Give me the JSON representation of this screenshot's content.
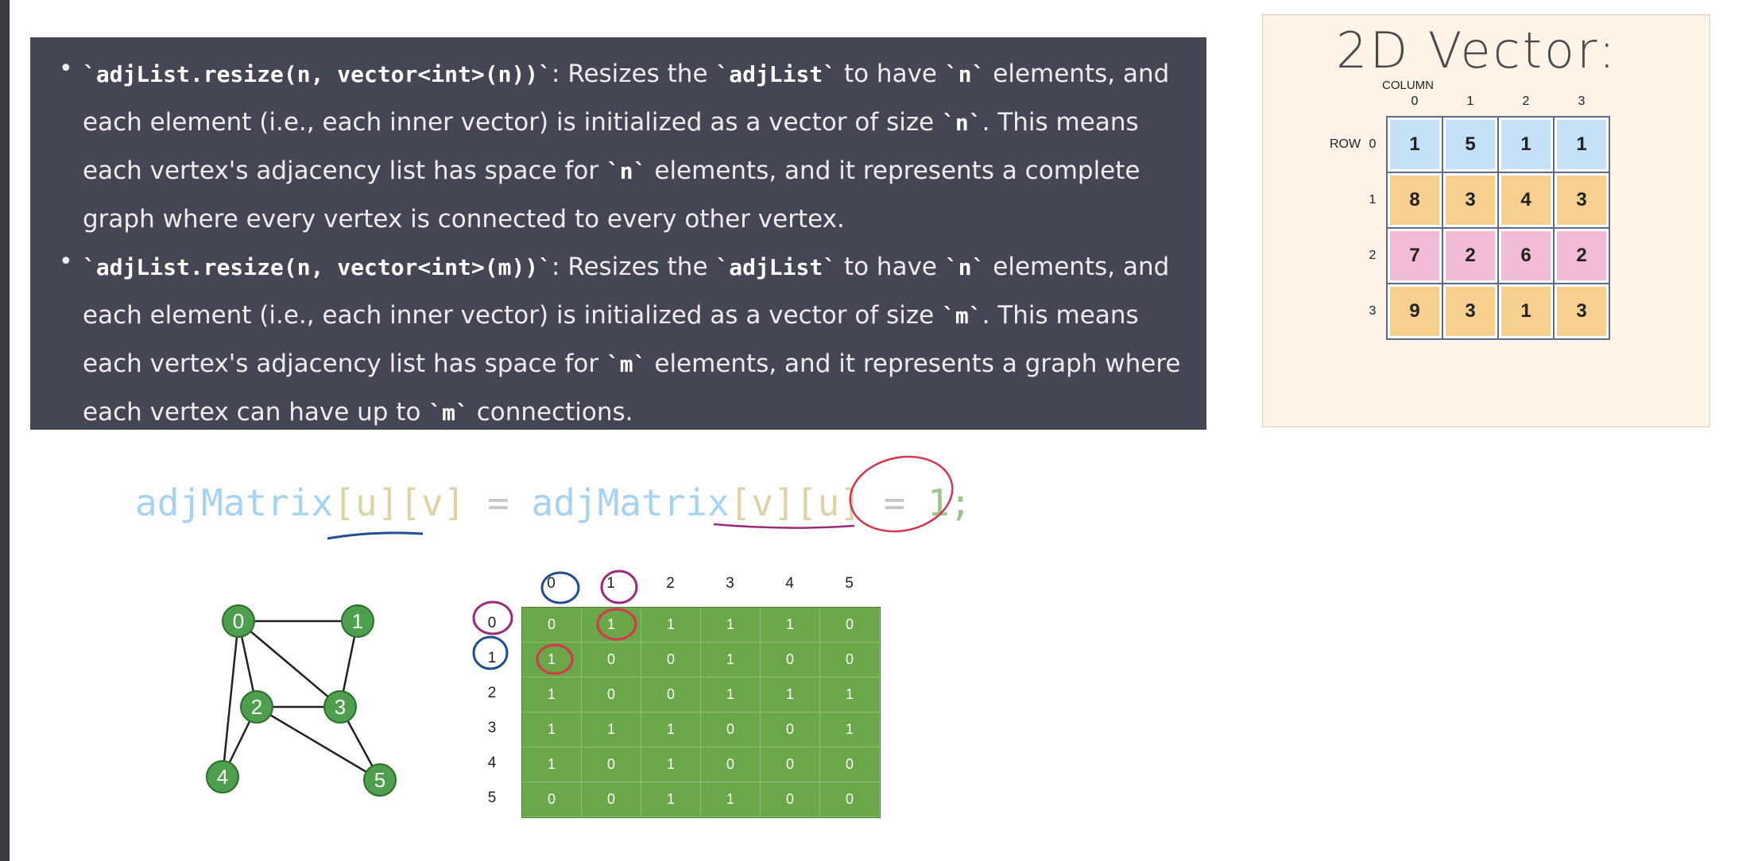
{
  "explanation": {
    "items": [
      {
        "code": "`adjList.resize(n, vector<int>(n))`",
        "t1": ": Resizes the ",
        "code2": "`adjList`",
        "t2": " to have ",
        "code3": "`n`",
        "t3": " elements, and each element (i.e., each inner vector) is initialized as a vector of size ",
        "code4": "`n`",
        "t4": ". This means each vertex's adjacency list has space for ",
        "code5": "`n`",
        "t5": " elements, and it represents a complete graph where every vertex is connected to every other vertex."
      },
      {
        "code": "`adjList.resize(n, vector<int>(m))`",
        "t1": ": Resizes the ",
        "code2": "`adjList`",
        "t2": " to have ",
        "code3": "`n`",
        "t3": " elements, and each element (i.e., each inner vector) is initialized as a vector of size ",
        "code4": "`m`",
        "t4": ". This means each vertex's adjacency list has space for ",
        "code5": "`m`",
        "t5": " elements, and it represents a graph where each vertex can have up to ",
        "code6": "`m`",
        "t6": " connections."
      }
    ]
  },
  "vector_card": {
    "title": "2D Vector:",
    "column_label": "COLUMN",
    "row_label": "ROW",
    "col_indices": [
      "0",
      "1",
      "2",
      "3"
    ],
    "row_indices": [
      "0",
      "1",
      "2",
      "3"
    ],
    "row_colors": [
      "#c5e0f7",
      "#f7cf8f",
      "#f3bcd6",
      "#f7cf8f"
    ],
    "values": [
      [
        "1",
        "5",
        "1",
        "1"
      ],
      [
        "8",
        "3",
        "4",
        "3"
      ],
      [
        "7",
        "2",
        "6",
        "2"
      ],
      [
        "9",
        "3",
        "1",
        "3"
      ]
    ]
  },
  "code_line": {
    "lhs_name": "adjMatrix",
    "lhs_idx1": "[u]",
    "lhs_idx2": "[v]",
    "eq1": " = ",
    "rhs_name": "adjMatrix",
    "rhs_idx1": "[v]",
    "rhs_idx2": "[u]",
    "eq2": " = ",
    "value": "1;"
  },
  "graph": {
    "node_color": "#4d9e4d",
    "nodes": [
      "0",
      "1",
      "2",
      "3",
      "4",
      "5"
    ]
  },
  "adjacency_matrix": {
    "col_labels": [
      "0",
      "1",
      "2",
      "3",
      "4",
      "5"
    ],
    "row_labels": [
      "0",
      "1",
      "2",
      "3",
      "4",
      "5"
    ],
    "values": [
      [
        "0",
        "1",
        "1",
        "1",
        "1",
        "0"
      ],
      [
        "1",
        "0",
        "0",
        "1",
        "0",
        "0"
      ],
      [
        "1",
        "0",
        "0",
        "1",
        "1",
        "1"
      ],
      [
        "1",
        "1",
        "1",
        "0",
        "0",
        "1"
      ],
      [
        "1",
        "0",
        "1",
        "0",
        "0",
        "0"
      ],
      [
        "0",
        "0",
        "1",
        "1",
        "0",
        "0"
      ]
    ]
  }
}
